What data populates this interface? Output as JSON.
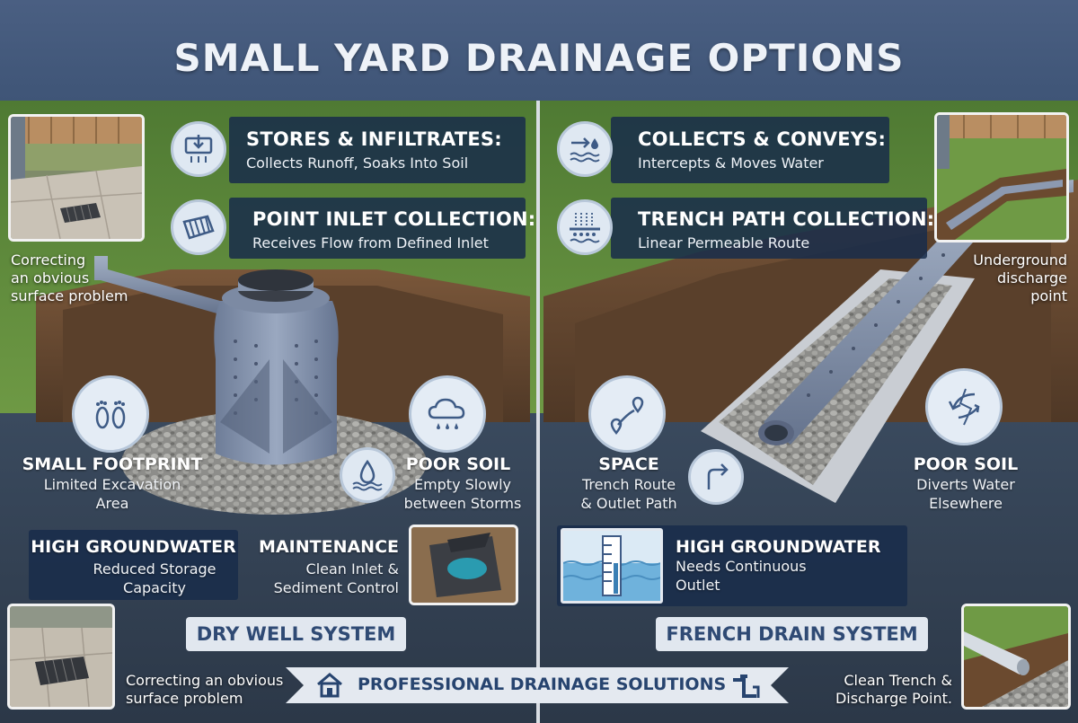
{
  "title": "SMALL YARD DRAINAGE OPTIONS",
  "left": {
    "features": [
      {
        "heading": "STORES & INFILTRATES:",
        "text": "Collects Runoff, Soaks Into Soil",
        "icon": "infiltrate-box-icon"
      },
      {
        "heading": "POINT INLET COLLECTION:",
        "text": "Receives Flow from Defined Inlet",
        "icon": "grate-icon"
      }
    ],
    "photo_top_caption": [
      "Correcting",
      "an obvious",
      "surface problem"
    ],
    "small_footprint": {
      "title": "SMALL FOOTPRINT",
      "lines": [
        "Limited Excavation",
        "Area"
      ],
      "icon": "footprints-icon"
    },
    "poor_soil": {
      "title": "POOR SOIL",
      "lines": [
        "Empty Slowly",
        "between Storms"
      ],
      "icon": "rain-cloud-icon"
    },
    "high_groundwater": {
      "title": "HIGH GROUNDWATER",
      "lines": [
        "Reduced Storage",
        "Capacity"
      ]
    },
    "maintenance": {
      "title": "MAINTENANCE",
      "lines": [
        "Clean Inlet &",
        "Sediment Control"
      ]
    },
    "system_label": "DRY WELL SYSTEM",
    "photo_bottom_caption": [
      "Correcting an obvious",
      "surface problem"
    ]
  },
  "right": {
    "features": [
      {
        "heading": "COLLECTS & CONVEYS:",
        "text": "Intercepts & Moves Water",
        "icon": "convey-arrow-icon"
      },
      {
        "heading": "TRENCH PATH COLLECTION:",
        "text": "Linear Permeable Route",
        "icon": "trench-path-icon"
      }
    ],
    "photo_top_caption": [
      "Underground",
      "discharge",
      "point"
    ],
    "space": {
      "title": "SPACE",
      "lines": [
        "Trench Route",
        "& Outlet Path"
      ],
      "icon": "route-icon"
    },
    "poor_soil": {
      "title": "POOR SOIL",
      "lines": [
        "Diverts Water",
        "Elsewhere"
      ],
      "icon": "divert-arrows-icon"
    },
    "high_groundwater": {
      "title": "HIGH GROUNDWATER",
      "lines": [
        "Needs Continuous",
        "Outlet"
      ]
    },
    "system_label": "FRENCH DRAIN SYSTEM",
    "photo_bottom_caption": [
      "Clean Trench &",
      "Discharge Point."
    ]
  },
  "bottom_banner": "PROFESSIONAL DRAINAGE SOLUTIONS",
  "colors": {
    "navy": "#2f4a74",
    "panel": "#182c4a",
    "grass": "#5f8a3a",
    "soil": "#6b4a2f",
    "gravel": "#9a9a98",
    "pipe": "#8795ad"
  }
}
